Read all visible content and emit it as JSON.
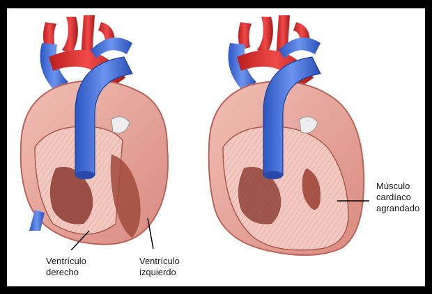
{
  "labels": {
    "right_ventricle": [
      "Ventrículo",
      "derecho"
    ],
    "left_ventricle": [
      "Ventrículo",
      "izquierdo"
    ],
    "enlarged_muscle": [
      "Músculo",
      "cardíaco",
      "agrandado"
    ]
  },
  "colors": {
    "frame": "#000000",
    "background": "#ffffff",
    "artery_red": "#d42a2a",
    "vein_blue": "#3d6bd6",
    "muscle": "#e8a39a",
    "muscle_dark": "#8a3a30",
    "leader_line": "#000000"
  }
}
